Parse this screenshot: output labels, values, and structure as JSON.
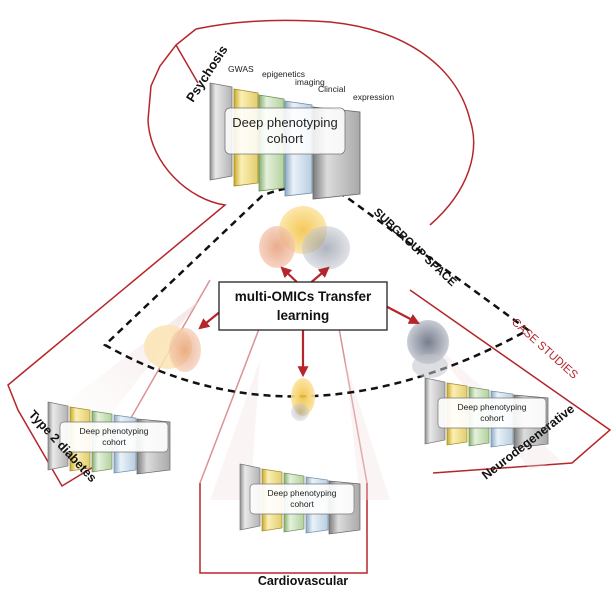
{
  "psychosis": {
    "label": "Psychosis",
    "layers": [
      "GWAS",
      "epigenetics",
      "imaging",
      "Clincial",
      "expression"
    ],
    "cohort_line1": "Deep phenotyping",
    "cohort_line2": "cohort"
  },
  "subgroup_space": "SUBGROUP SPACE",
  "case_studies": "CASE STUDIES",
  "center": {
    "line1": "multi-OMICs Transfer",
    "line2": "learning"
  },
  "type2": {
    "label": "Type 2 diabetes",
    "cohort_line1": "Deep phenotyping",
    "cohort_line2": "cohort"
  },
  "cardio": {
    "label": "Cardiovascular",
    "cohort_line1": "Deep phenotyping",
    "cohort_line2": "cohort"
  },
  "neuro": {
    "label": "Neurodegenerative",
    "cohort_line1": "Deep phenotyping",
    "cohort_line2": "cohort"
  },
  "colors": {
    "accent_red": "#b5262b",
    "stack_gray": "#c8c8c8",
    "stack_yellow": "#f2e08a",
    "stack_green": "#c9e3b8",
    "stack_blue": "#cfe0ef",
    "cluster_orange": "#e8a07a",
    "cluster_yellow": "#f6c94a",
    "cluster_gray": "#7d8595"
  }
}
